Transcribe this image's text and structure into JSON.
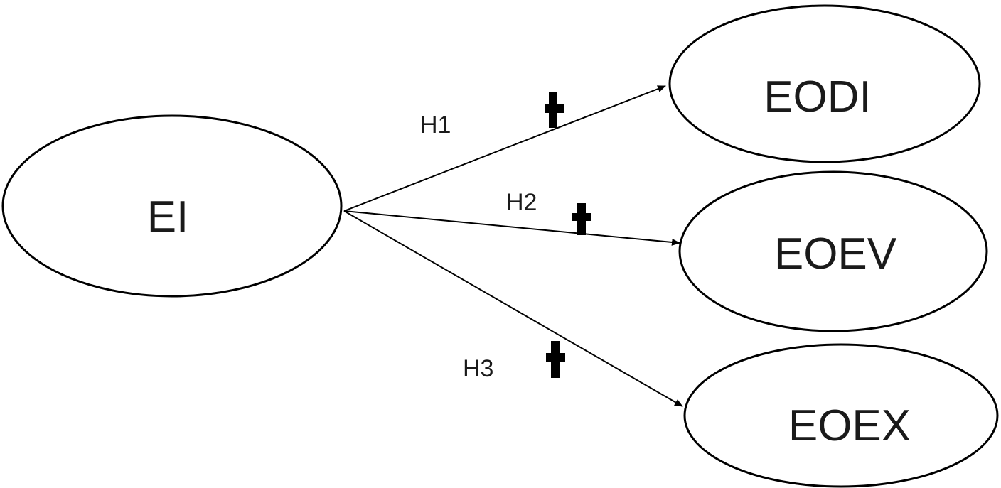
{
  "nodes": {
    "ei": {
      "label": "EI"
    },
    "eodi": {
      "label": "EODI"
    },
    "eoev": {
      "label": "EOEV"
    },
    "eoex": {
      "label": "EOEX"
    }
  },
  "edges": [
    {
      "label": "H1",
      "sign": "+",
      "from": "EI",
      "to": "EODI"
    },
    {
      "label": "H2",
      "sign": "+",
      "from": "EI",
      "to": "EOEV"
    },
    {
      "label": "H3",
      "sign": "+",
      "from": "EI",
      "to": "EOEX"
    }
  ],
  "colors": {
    "stroke": "#000000",
    "text": "#1a1a1a",
    "background": "#ffffff"
  }
}
